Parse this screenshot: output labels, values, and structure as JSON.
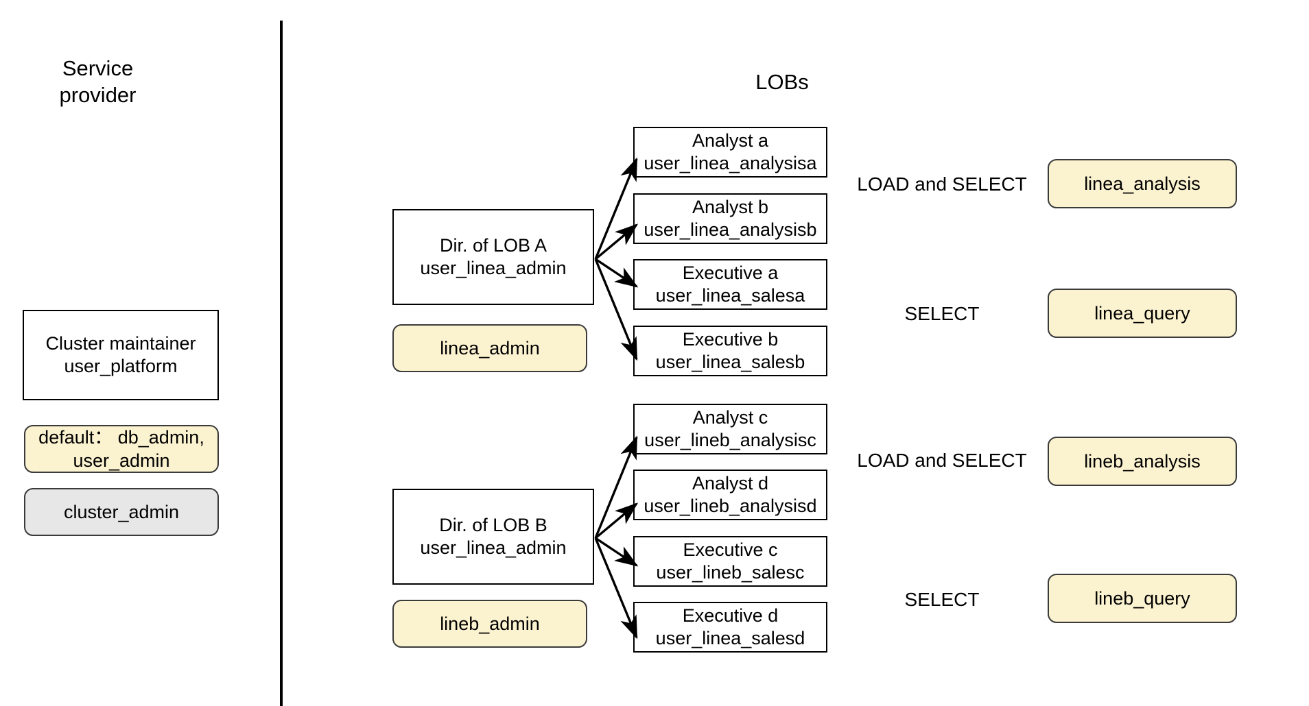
{
  "columns": {
    "left_title": "Service\nprovider",
    "right_title": "LOBs"
  },
  "service_provider": {
    "maintainer_box": {
      "line1": "Cluster maintainer",
      "line2": "user_platform"
    },
    "default_roles_pill": {
      "line1": "default：  db_admin,",
      "line2": "user_admin"
    },
    "cluster_admin_pill": {
      "label": "cluster_admin"
    }
  },
  "lobs": [
    {
      "director": {
        "line1": "Dir. of LOB A",
        "line2": "user_linea_admin"
      },
      "director_role_pill": "linea_admin",
      "members": [
        {
          "role": "Analyst a",
          "user": "user_linea_analysisa"
        },
        {
          "role": "Analyst b",
          "user": "user_linea_analysisb"
        },
        {
          "role": "Executive a",
          "user": "user_linea_salesa"
        },
        {
          "role": "Executive b",
          "user": "user_linea_salesb"
        }
      ],
      "permissions": [
        {
          "label": "LOAD and SELECT",
          "role_pill": "linea_analysis"
        },
        {
          "label": "SELECT",
          "role_pill": "linea_query"
        }
      ]
    },
    {
      "director": {
        "line1": "Dir. of LOB B",
        "line2": "user_linea_admin"
      },
      "director_role_pill": "lineb_admin",
      "members": [
        {
          "role": "Analyst c",
          "user": "user_lineb_analysisc"
        },
        {
          "role": "Analyst d",
          "user": "user_lineb_analysisd"
        },
        {
          "role": "Executive c",
          "user": "user_lineb_salesc"
        },
        {
          "role": "Executive d",
          "user": "user_linea_salesd"
        }
      ],
      "permissions": [
        {
          "label": "LOAD and SELECT",
          "role_pill": "lineb_analysis"
        },
        {
          "label": "SELECT",
          "role_pill": "lineb_query"
        }
      ]
    }
  ],
  "colors": {
    "role_pill_yellow": "#fbf2cf",
    "cluster_pill_grey": "#e7e7e7",
    "stroke": "#000000",
    "background": "#ffffff"
  }
}
